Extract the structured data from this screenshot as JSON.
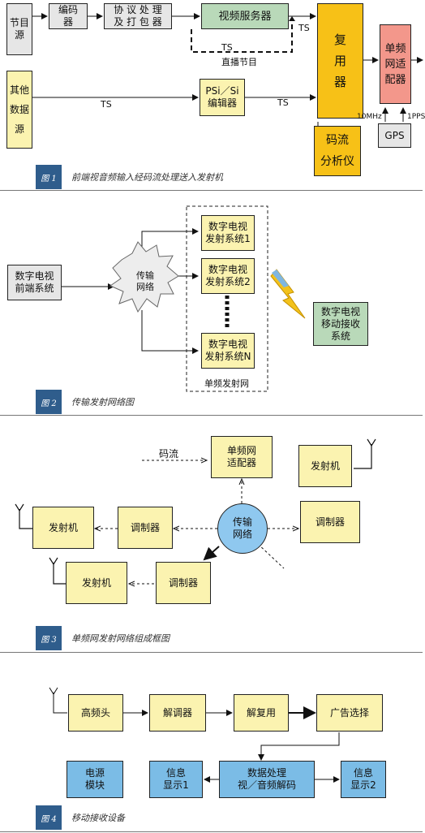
{
  "fig1": {
    "program_source": "节目\n源",
    "encoder": "编码\n器",
    "protocol_packager": "协 议 处 理\n及 打 包 器",
    "video_server": "视频服务器",
    "multiplexer": "复\n用\n器",
    "sfn_adapter": "单频\n网适\n配器",
    "other_data_source": "其他\n数据\n源",
    "psi_si_editor": "PSi／Si\n编辑器",
    "stream_analyzer": "码流\n分析仪",
    "gps": "GPS",
    "ts_label_1": "TS",
    "ts_label_2": "TS",
    "ts_label_3": "TS",
    "ts_label_4": "TS",
    "live_label": "直播节目",
    "label_10mhz": "10MHz",
    "label_1pps": "1PPS",
    "caption_tag": "图 1",
    "caption": "前端视音频输入经码流处理送入发射机"
  },
  "fig2": {
    "front_system": "数字电视\n前端系统",
    "network": "传输\n网络",
    "tx1": "数字电视\n发射系统1",
    "tx2": "数字电视\n发射系统2",
    "txn": "数字电视\n发射系统N",
    "sfn_label": "单频发射网",
    "mobile_rx": "数字电视\n移动接收\n系统",
    "caption_tag": "图 2",
    "caption": "传输发射网络图"
  },
  "fig3": {
    "stream_label": "码流",
    "sfn_adapter": "单频网\n适配器",
    "transmitter_top": "发射机",
    "transmitter_left": "发射机",
    "modulator_left": "调制器",
    "network": "传输\n网络",
    "modulator_right": "调制器",
    "transmitter_bottom": "发射机",
    "modulator_bottom": "调制器",
    "caption_tag": "图 3",
    "caption": "单频网发射网络组成框图"
  },
  "fig4": {
    "tuner": "高频头",
    "demodulator": "解调器",
    "demultiplexer": "解复用",
    "ad_selector": "广告选择",
    "power_module": "电源\n模块",
    "info_display_1": "信息\n显示1",
    "data_decoder": "数据处理\n视／音频解码",
    "info_display_2": "信息\n显示2",
    "caption_tag": "图 4",
    "caption": "移动接收设备"
  }
}
